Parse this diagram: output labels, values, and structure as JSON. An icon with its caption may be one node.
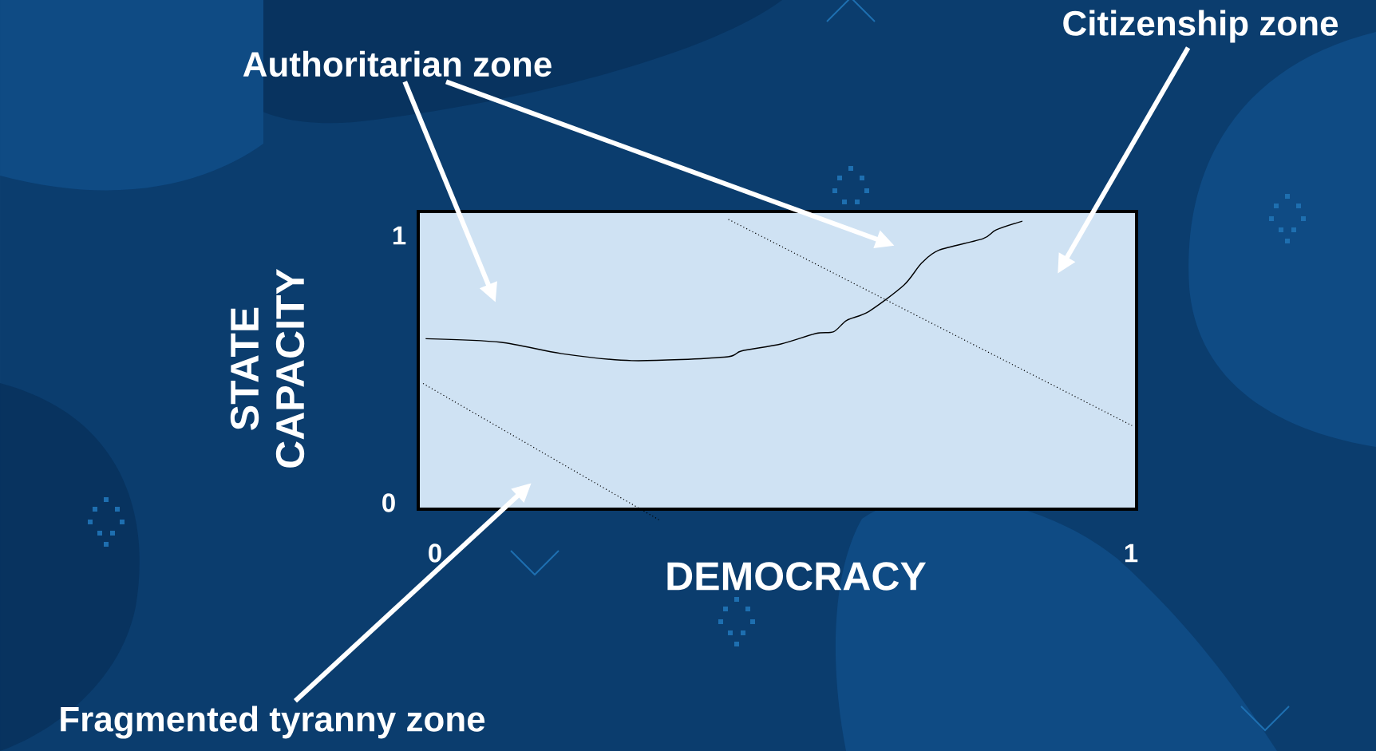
{
  "diagram": {
    "nodes": [
      {
        "text": [
          "Authoritarian zone"
        ]
      },
      {
        "text": [
          "Citizenship zone"
        ]
      },
      {
        "text": [
          "Fragmented tyranny zone"
        ]
      }
    ],
    "edges": [
      {
        "from": 0,
        "to": null,
        "arrow": "to"
      },
      {
        "from": 0,
        "to": null,
        "arrow": "to"
      },
      {
        "from": 1,
        "to": null,
        "arrow": "to"
      },
      {
        "from": 2,
        "to": null,
        "arrow": "to"
      }
    ],
    "labels": [
      "1",
      "STATE CAPACITY",
      "0",
      "0",
      "DEMOCRACY",
      "1"
    ]
  }
}
